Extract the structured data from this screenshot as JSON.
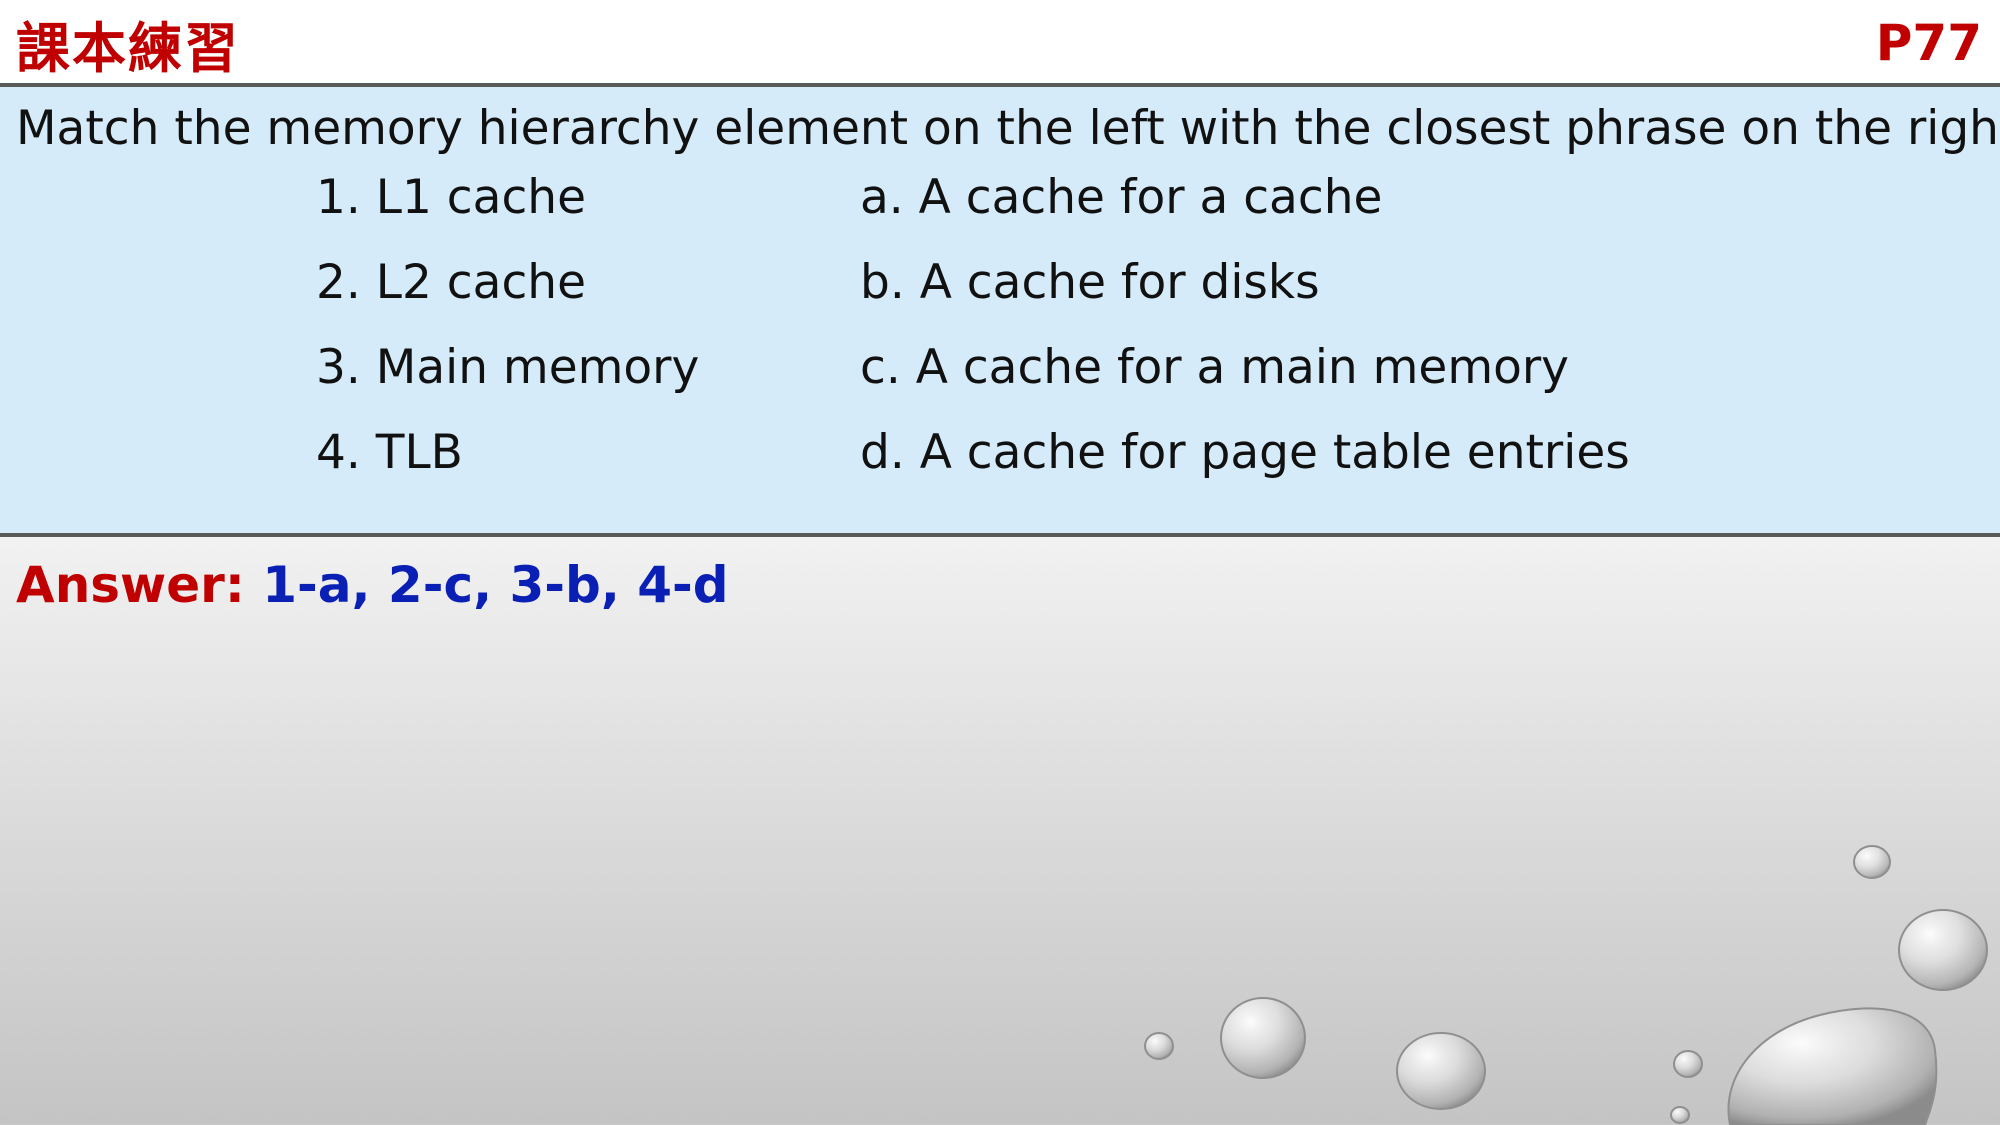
{
  "header": {
    "title": "課本練習",
    "page": "P77"
  },
  "question": {
    "prompt": "Match the memory hierarchy element on the left with the closest phrase on the right:",
    "left_items": [
      "1. L1 cache",
      "2. L2 cache",
      "3. Main memory",
      "4. TLB"
    ],
    "right_items": [
      "a. A cache for a cache",
      "b. A cache for disks",
      "c. A cache for a main memory",
      "d. A cache for page table entries"
    ]
  },
  "answer": {
    "label": "Answer:",
    "value": "1-a, 2-c, 3-b, 4-d"
  },
  "colors": {
    "title_red": "#c00000",
    "answer_blue": "#0a1fb4",
    "box_blue": "#d6ebf9"
  },
  "icons": [
    "water-droplets-decoration"
  ]
}
